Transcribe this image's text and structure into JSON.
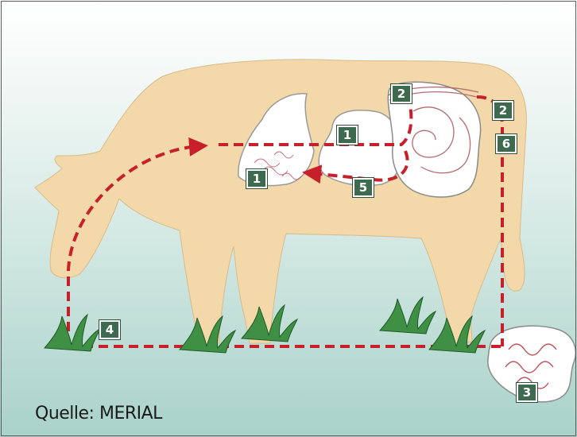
{
  "source_label": "Quelle: MERIAL",
  "stage_labels": {
    "s1_rumen": "1",
    "s1_abomasum": "1",
    "s2_intestine": "2",
    "s2_descending": "2",
    "s3": "3",
    "s4": "4",
    "s5": "5",
    "s6": "6"
  },
  "colors": {
    "cow_body": "#f3d8a9",
    "path": "#c8202a",
    "badge": "#3e6b4f",
    "grass": "#3f8f45"
  },
  "icons": [
    "cow-silhouette",
    "rumen-organ",
    "abomasum-organ",
    "intestine-organ",
    "feces-pile",
    "grass-tuft"
  ]
}
